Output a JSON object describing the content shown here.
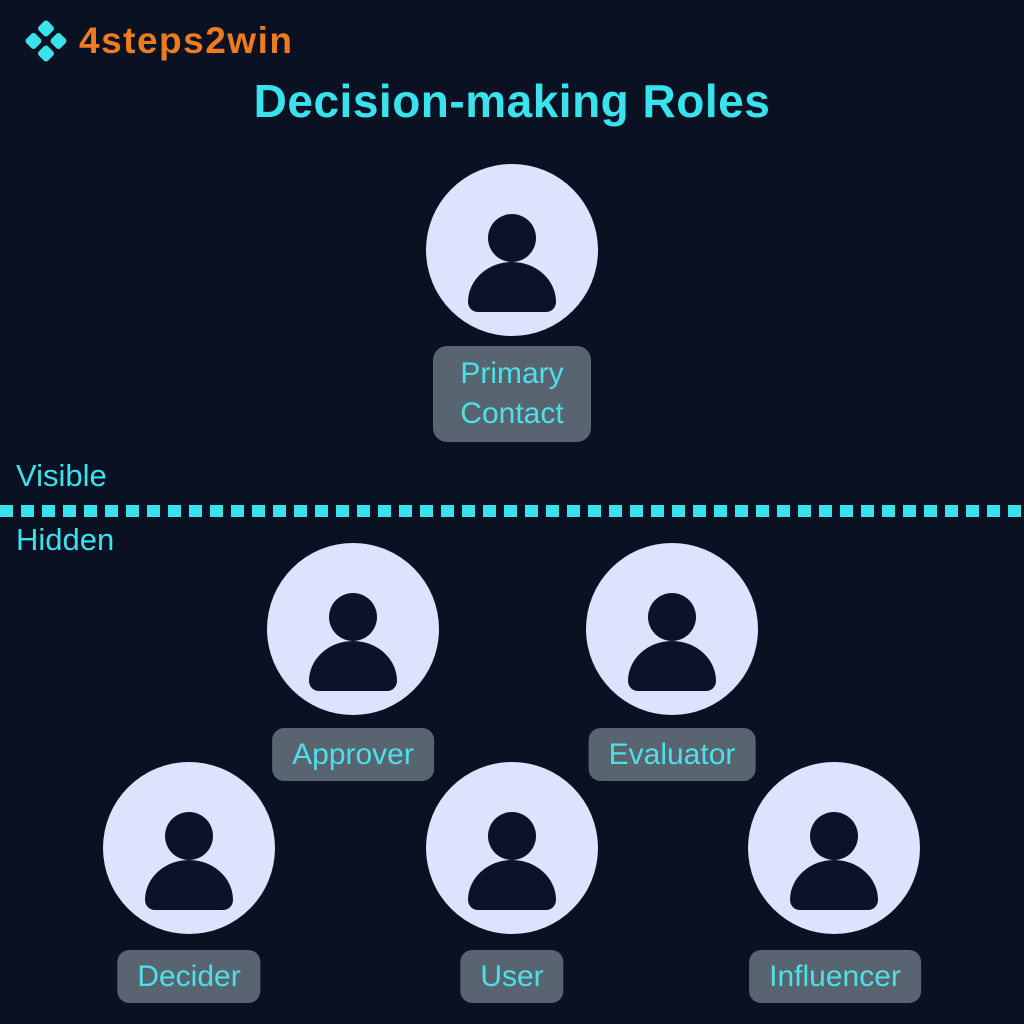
{
  "brand": {
    "name": "4steps2win",
    "icon": "four-diamonds-logo-icon"
  },
  "title": {
    "text": "Decision-making Roles"
  },
  "tiers": {
    "visible": "Visible",
    "hidden": "Hidden"
  },
  "roles": {
    "primary_contact": {
      "label": "Primary Contact",
      "tier": "visible"
    },
    "approver": {
      "label": "Approver",
      "tier": "hidden"
    },
    "evaluator": {
      "label": "Evaluator",
      "tier": "hidden"
    },
    "decider": {
      "label": "Decider",
      "tier": "hidden"
    },
    "user": {
      "label": "User",
      "tier": "hidden"
    },
    "influencer": {
      "label": "Influencer",
      "tier": "hidden"
    }
  },
  "colors": {
    "background": "#0A1123",
    "accent_cyan": "#38E3ED",
    "brand_orange": "#EE7B1E",
    "avatar_fill": "#DBE4FC",
    "avatar_silhouette": "#0B132A",
    "label_background": "#586470",
    "label_text": "#4EE0E8"
  }
}
